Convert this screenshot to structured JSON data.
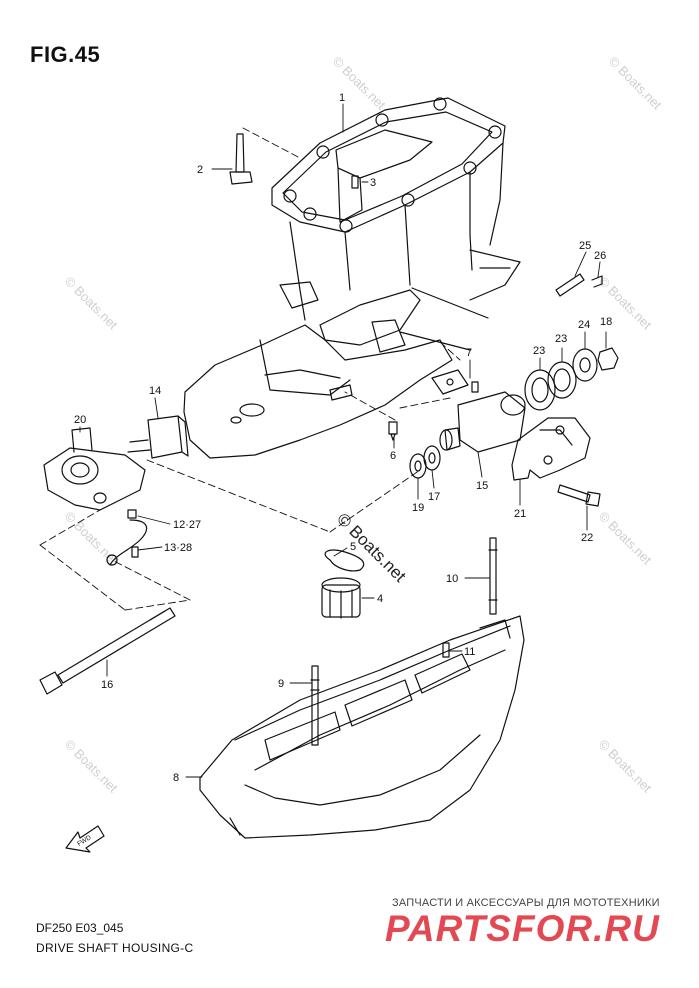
{
  "figure": {
    "title": "FIG.45",
    "code": "DF250 E03_045",
    "caption": "DRIVE SHAFT HOUSING-C"
  },
  "watermark": {
    "text": "© Boats.net",
    "color": "#cfcfcf"
  },
  "brand": {
    "tagline": "ЗАПЧАСТИ И АКСЕССУАРЫ ДЛЯ МОТОТЕХНИКИ",
    "logo": "PARTSFOR.RU",
    "color": "#e0313b"
  },
  "fwd_label": "FWD",
  "parts": [
    {
      "label": "1"
    },
    {
      "label": "2"
    },
    {
      "label": "3"
    },
    {
      "label": "4"
    },
    {
      "label": "5"
    },
    {
      "label": "6"
    },
    {
      "label": "7"
    },
    {
      "label": "8"
    },
    {
      "label": "9"
    },
    {
      "label": "10"
    },
    {
      "label": "11"
    },
    {
      "label": "12·27"
    },
    {
      "label": "13·28"
    },
    {
      "label": "14"
    },
    {
      "label": "15"
    },
    {
      "label": "16"
    },
    {
      "label": "17"
    },
    {
      "label": "18"
    },
    {
      "label": "19"
    },
    {
      "label": "20"
    },
    {
      "label": "21"
    },
    {
      "label": "22"
    },
    {
      "label": "23"
    },
    {
      "label": "23"
    },
    {
      "label": "24"
    },
    {
      "label": "25"
    },
    {
      "label": "26"
    }
  ]
}
